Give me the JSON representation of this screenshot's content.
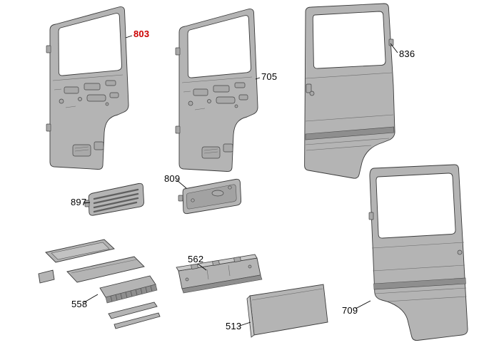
{
  "diagram": {
    "type": "exploded-parts-diagram",
    "background_color": "#ffffff",
    "panel_fill_color": "#b4b4b4",
    "panel_stroke_color": "#3b3b3b",
    "highlight_color": "#cc0000",
    "labels": [
      {
        "part": "803",
        "color": "#cc0000",
        "weight": "bold",
        "highlighted": true
      },
      {
        "part": "705",
        "color": "#000000",
        "weight": "normal",
        "highlighted": false
      },
      {
        "part": "836",
        "color": "#000000",
        "weight": "normal",
        "highlighted": false
      },
      {
        "part": "897",
        "color": "#000000",
        "weight": "normal",
        "highlighted": false
      },
      {
        "part": "809",
        "color": "#000000",
        "weight": "normal",
        "highlighted": false
      },
      {
        "part": "562",
        "color": "#000000",
        "weight": "normal",
        "highlighted": false
      },
      {
        "part": "558",
        "color": "#000000",
        "weight": "normal",
        "highlighted": false
      },
      {
        "part": "513",
        "color": "#000000",
        "weight": "normal",
        "highlighted": false
      },
      {
        "part": "709",
        "color": "#000000",
        "weight": "normal",
        "highlighted": false
      }
    ]
  }
}
